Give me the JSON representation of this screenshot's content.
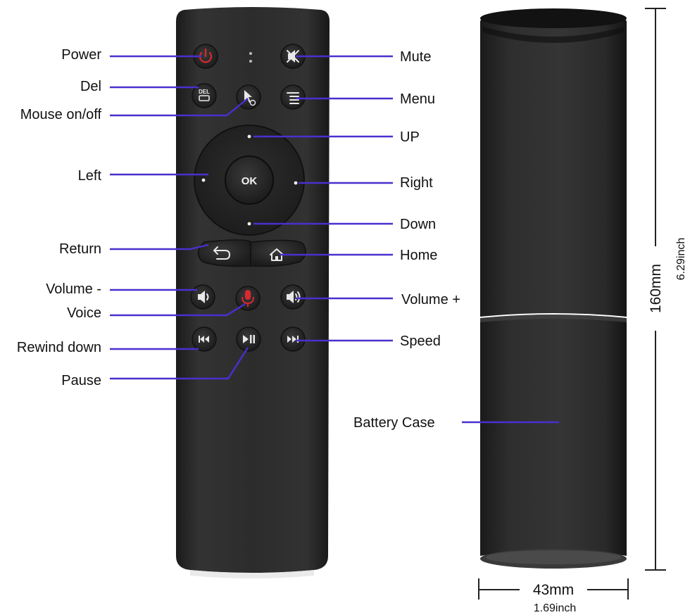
{
  "labels": {
    "power": "Power",
    "del": "Del",
    "mouse": "Mouse on/off",
    "left": "Left",
    "return": "Return",
    "volume_minus": "Volume -",
    "voice": "Voice",
    "rewind": "Rewind down",
    "pause": "Pause",
    "mute": "Mute",
    "menu": "Menu",
    "up": "UP",
    "right": "Right",
    "down": "Down",
    "home": "Home",
    "volume_plus": "Volume +",
    "speed": "Speed",
    "battery_case": "Battery Case"
  },
  "buttons": {
    "ok": "OK",
    "del_text": "DEL"
  },
  "dimensions": {
    "height_mm": "160mm",
    "height_inch": "6.29inch",
    "width_mm": "43mm",
    "width_inch": "1.69inch"
  },
  "colors": {
    "leader_line": "#4b2fcf",
    "remote_body": "#2d2d2d",
    "power_red": "#d9282f",
    "voice_red": "#d9282f"
  }
}
